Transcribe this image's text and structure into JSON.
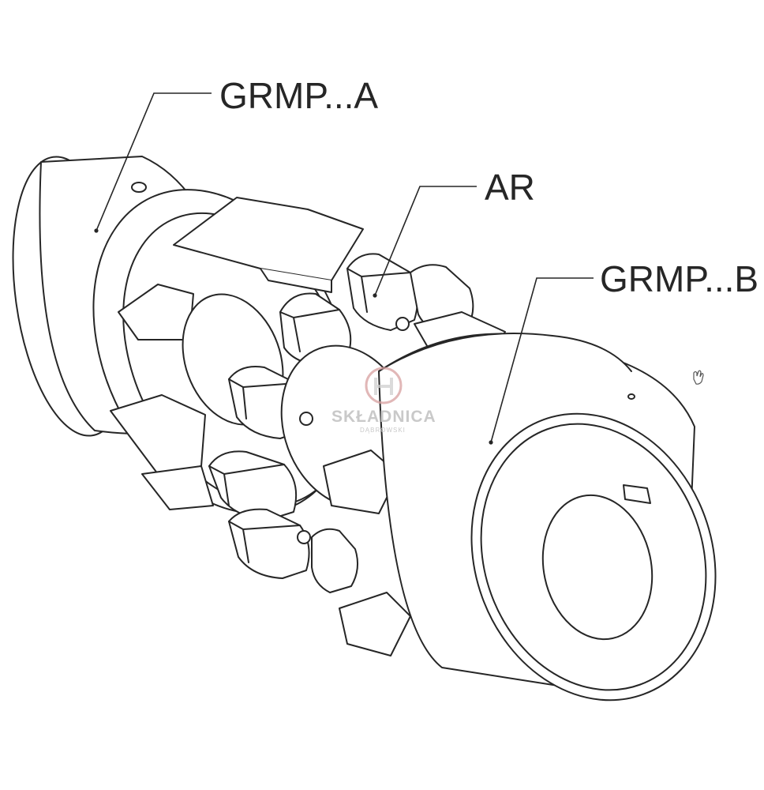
{
  "labels": {
    "hub_a": "GRMP...A",
    "spider": "AR",
    "hub_b": "GRMP...B"
  },
  "watermark": {
    "brand": "SKŁADNICA",
    "sub": "DĄBROWSKI"
  },
  "colors": {
    "line": "#262626",
    "fill": "#ffffff",
    "watermark": "#c9c9c9",
    "watermark_accent": "#d8a0a0"
  }
}
